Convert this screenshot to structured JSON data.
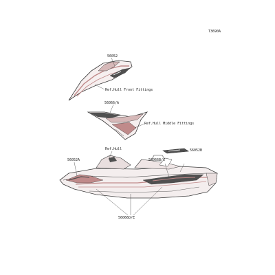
{
  "diagram": {
    "figure_code": "T3690A",
    "part_numbers": {
      "decal_front": "56052",
      "decal_front_side": "56052A",
      "decal_middle": "56066/A",
      "decal_small": "56052B",
      "decal_hull_right": "56066B/C",
      "decal_hull_bottom": "56066D/E"
    },
    "references": {
      "front_fittings": "Ref.Hull Front Fittings",
      "middle_fittings": "Ref.Hull Middle Fittings",
      "hull": "Ref.Hull"
    }
  },
  "colors": {
    "line": "#3a3a3a",
    "stripe_dark": "#505050",
    "stripe_red": "#c08a8a",
    "hull_fill": "#f4eeee"
  }
}
